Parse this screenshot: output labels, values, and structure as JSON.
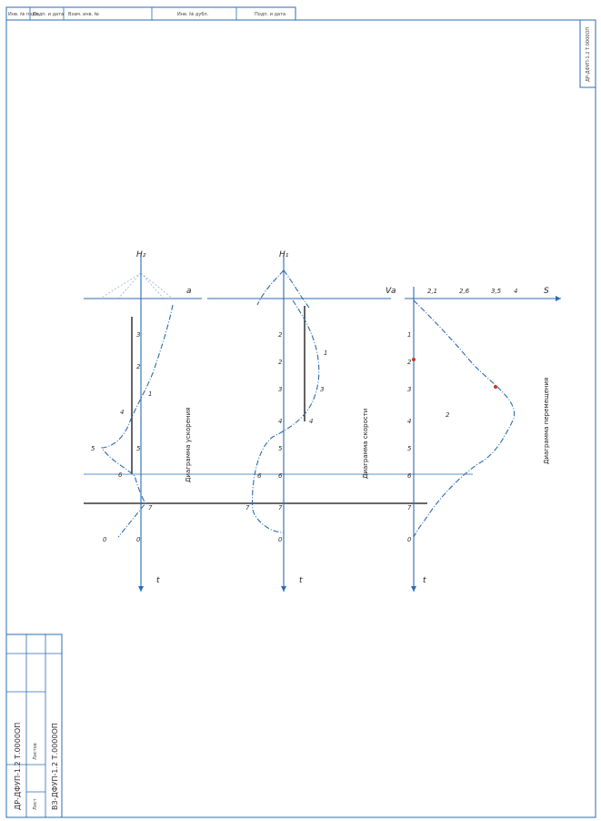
{
  "labels": {
    "header": [
      "Инв. № подл.",
      "Подп. и дата",
      "Взам. инв. №",
      "Инв. № дубл.",
      "Подп. и дата"
    ],
    "plot1_title": "Диаграмма ускорения",
    "plot2_title": "Диаграмма скорости",
    "plot3_title": "Диаграмма перемещения",
    "axis_a": "a",
    "axis_v": "V",
    "axis_s": "S",
    "axis_t": "t",
    "pole1": "H₁",
    "pole2": "H₂",
    "stamp_code": "ВЗ-ДФУП-1.2 Т.0000ОП",
    "stamp_doc": "ДР-ДФУП-1.2 Т.0000ОП",
    "stamp_sheet": "Лист",
    "stamp_sheets": "Листов"
  },
  "colors": {
    "line": "#2b6cb0",
    "accent": "#111111"
  }
}
